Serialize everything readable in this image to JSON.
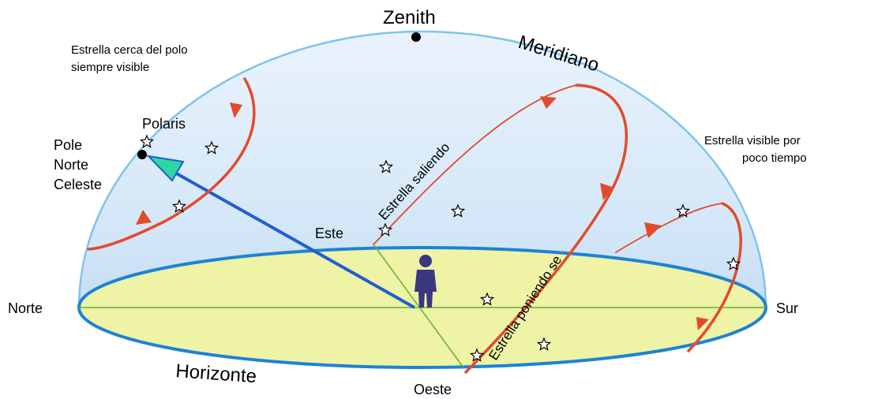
{
  "labels": {
    "zenith": "Zenith",
    "meridian": "Meridiano",
    "horizon": "Horizonte",
    "north": "Norte",
    "south": "Sur",
    "east": "Este",
    "west": "Oeste",
    "polaris": "Polaris",
    "pole_line1": "Pole",
    "pole_line2": "Norte",
    "pole_line3": "Celeste",
    "circumpolar_line1": "Estrella cerca del polo",
    "circumpolar_line2": "siempre visible",
    "brief_line1": "Estrella visible por",
    "brief_line2": "poco tiempo",
    "rising": "Estrella saliendo",
    "setting": "Estrella poniendo se"
  },
  "colors": {
    "dome": "#d6e8f8",
    "dome_edge": "#7fc3ee",
    "horizon_fill": "#eef3a6",
    "horizon_edge": "#1c83d6",
    "star_trail": "#e14b2b",
    "pole_arrow": "#1f5fd0",
    "arrow_tip": "#2fd6a0",
    "ground_line": "#66b033",
    "observer": "#3a3680"
  },
  "icons": {
    "star": "star-icon",
    "observer": "person-icon",
    "zenith_point": "dot-icon",
    "pole_point": "dot-icon"
  }
}
